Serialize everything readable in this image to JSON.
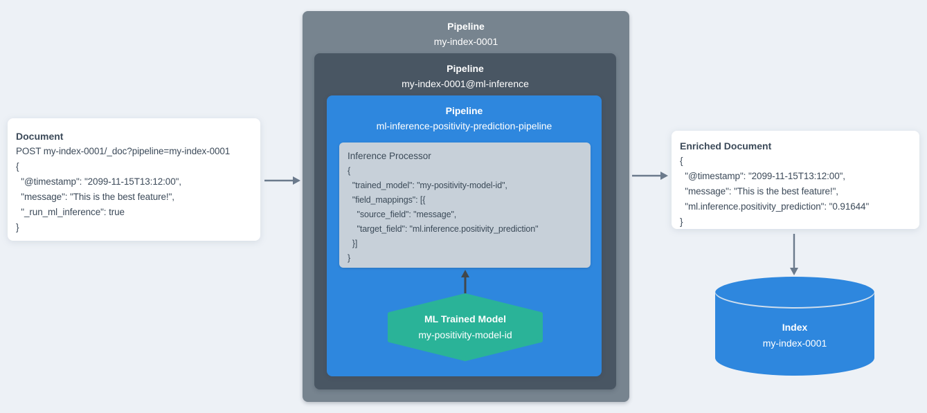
{
  "colors": {
    "background": "#edf1f6",
    "pipeline_outer": "#77848f",
    "pipeline_middle": "#495663",
    "pipeline_inner": "#2e87de",
    "processor_bg": "#c7d0d9",
    "model_hexagon": "#2ab398",
    "index_cylinder": "#2e87de",
    "arrow_gray": "#6b7a8c",
    "arrow_dark": "#42474b",
    "text_dark": "#3c4a59",
    "text_light": "#ffffff"
  },
  "document": {
    "title": "Document",
    "lines": [
      "POST my-index-0001/_doc?pipeline=my-index-0001",
      "{",
      "  \"@timestamp\": \"2099-11-15T13:12:00\",",
      "  \"message\": \"This is the best feature!\",",
      "  \"_run_ml_inference\": true",
      "}"
    ]
  },
  "pipeline_outer": {
    "label": "Pipeline",
    "name": "my-index-0001"
  },
  "pipeline_middle": {
    "label": "Pipeline",
    "name": "my-index-0001@ml-inference"
  },
  "pipeline_inner": {
    "label": "Pipeline",
    "name": "ml-inference-positivity-prediction-pipeline"
  },
  "inference_processor": {
    "title": "Inference Processor",
    "lines": [
      "{",
      "  \"trained_model\": \"my-positivity-model-id\",",
      "  \"field_mappings\": [{",
      "    \"source_field\": \"message\",",
      "    \"target_field\": \"ml.inference.positivity_prediction\"",
      "  }]",
      "}"
    ]
  },
  "ml_trained_model": {
    "title": "ML Trained Model",
    "name": "my-positivity-model-id"
  },
  "enriched_document": {
    "title": "Enriched Document",
    "lines": [
      "{",
      "  \"@timestamp\": \"2099-11-15T13:12:00\",",
      "  \"message\": \"This is the best feature!\",",
      "  \"ml.inference.positivity_prediction\": \"0.91644\"",
      "}"
    ]
  },
  "index": {
    "title": "Index",
    "name": "my-index-0001"
  }
}
